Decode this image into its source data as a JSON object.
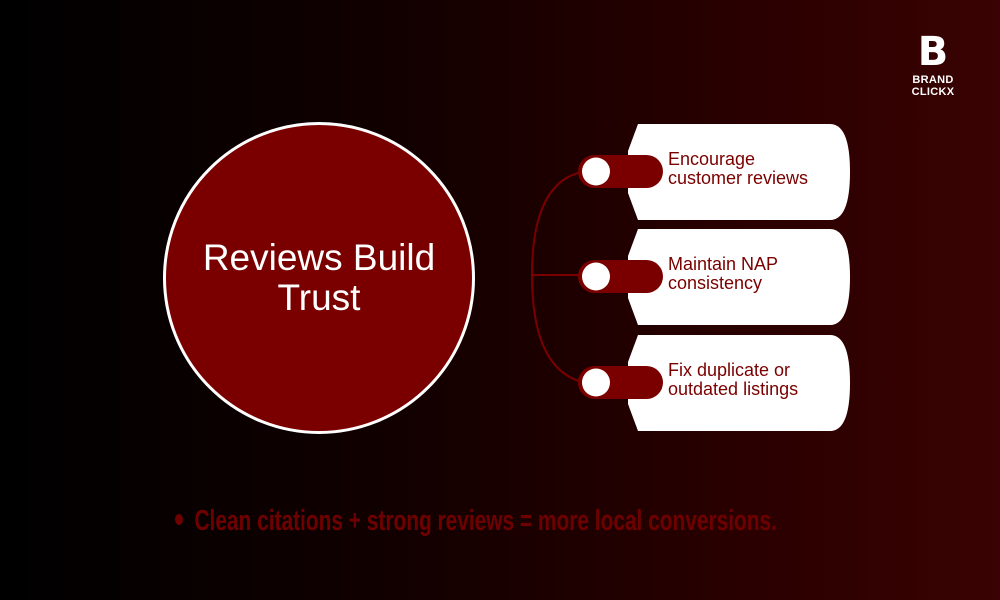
{
  "logo": {
    "letter": "B",
    "name": "BRAND CLICKX"
  },
  "center": {
    "title": "Reviews Build Trust"
  },
  "tags": [
    {
      "line1": "Encourage",
      "line2": "customer reviews"
    },
    {
      "line1": "Maintain NAP",
      "line2": "consistency"
    },
    {
      "line1": "Fix duplicate or",
      "line2": "outdated listings"
    }
  ],
  "footer": {
    "text": "Clean citations + strong reviews = more local conversions."
  },
  "colors": {
    "accent": "#7a0000",
    "tag_bg": "#ffffff",
    "text_light": "#ffffff"
  }
}
